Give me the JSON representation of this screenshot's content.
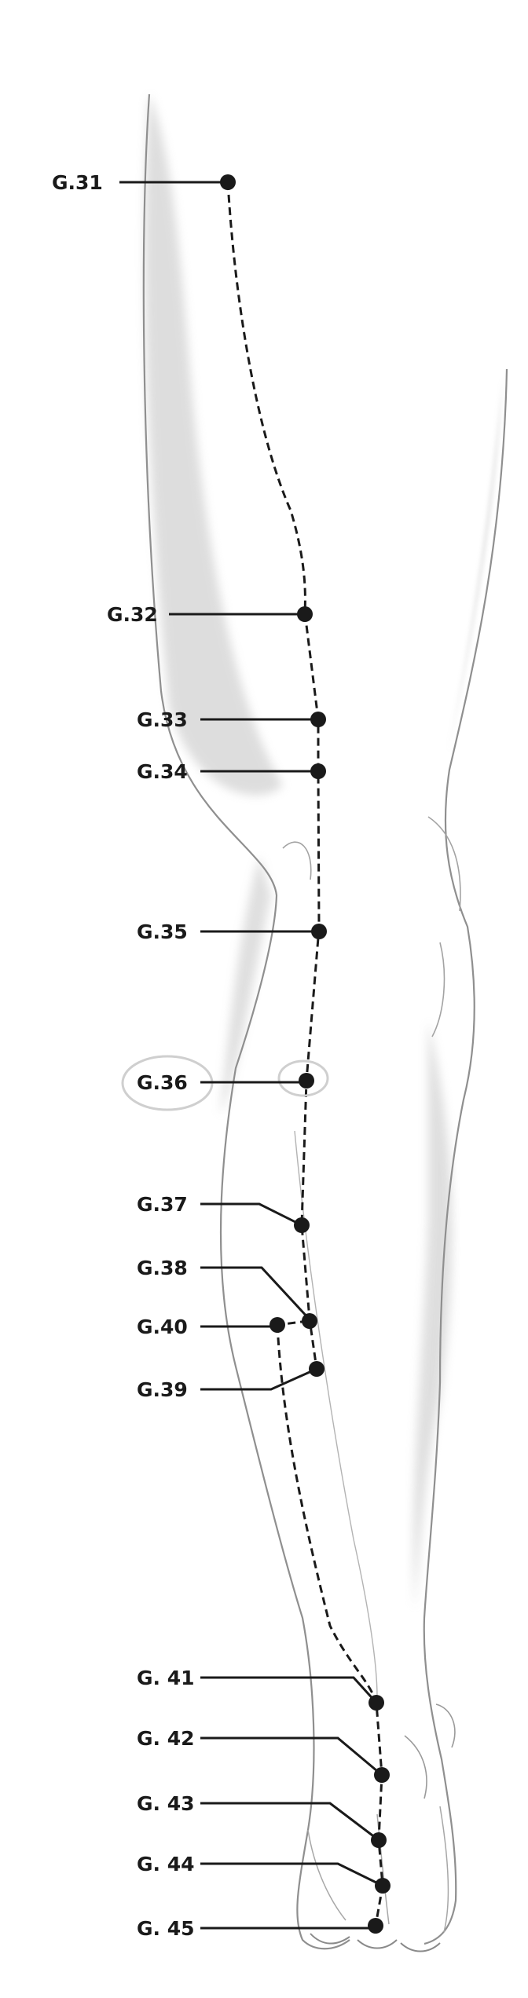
{
  "diagram": {
    "points": [
      {
        "id": "g31",
        "label": "G.31"
      },
      {
        "id": "g32",
        "label": "G.32"
      },
      {
        "id": "g33",
        "label": "G.33"
      },
      {
        "id": "g34",
        "label": "G.34"
      },
      {
        "id": "g35",
        "label": "G.35"
      },
      {
        "id": "g36",
        "label": "G.36",
        "highlighted": true
      },
      {
        "id": "g37",
        "label": "G.37"
      },
      {
        "id": "g38",
        "label": "G.38"
      },
      {
        "id": "g40",
        "label": "G.40"
      },
      {
        "id": "g39",
        "label": "G.39"
      },
      {
        "id": "g41",
        "label": "G. 41"
      },
      {
        "id": "g42",
        "label": "G. 42"
      },
      {
        "id": "g43",
        "label": "G. 43"
      },
      {
        "id": "g44",
        "label": "G. 44"
      },
      {
        "id": "g45",
        "label": "G. 45"
      }
    ],
    "colors": {
      "ink": "#1a1a1a",
      "shade": "#9a9a9a",
      "paper": "#ffffff"
    }
  }
}
